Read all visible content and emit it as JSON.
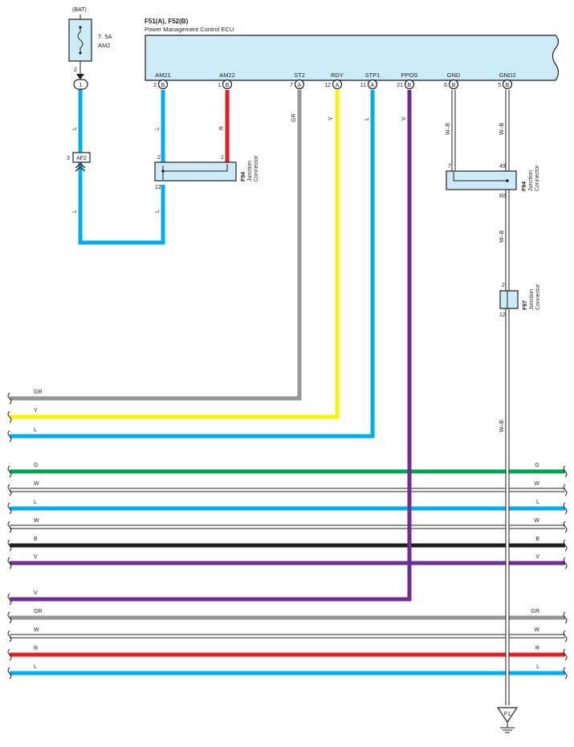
{
  "colors": {
    "L": "#00aeef",
    "R": "#ed1c24",
    "GR": "#959595",
    "Y": "#fff200",
    "V": "#6c2e91",
    "G": "#00a651",
    "B": "#231f20",
    "W": "#ffffff",
    "W-B": "#ffffff",
    "component_fill": "#cdeaf7",
    "outline": "#231f20"
  },
  "battery": {
    "label": "(BAT)"
  },
  "fuse": {
    "rating": "7. 5A",
    "name": "AM2",
    "pin": "2",
    "node_label": "1"
  },
  "inline_connector": {
    "name": "AF2",
    "pin": "3"
  },
  "ecu": {
    "code": "F51(A), F52(B)",
    "name": "Power Management Control ECU",
    "terminals": [
      {
        "id": "am21",
        "name": "AM21",
        "pin": "2",
        "conn": "B",
        "wire": "L"
      },
      {
        "id": "am22",
        "name": "AM22",
        "pin": "1",
        "conn": "B",
        "wire": "R"
      },
      {
        "id": "st2",
        "name": "ST2",
        "pin": "7",
        "conn": "A",
        "wire": "GR"
      },
      {
        "id": "rdy",
        "name": "RDY",
        "pin": "12",
        "conn": "A",
        "wire": "Y"
      },
      {
        "id": "stp1",
        "name": "STP1",
        "pin": "11",
        "conn": "A",
        "wire": "L"
      },
      {
        "id": "ppos",
        "name": "PPOS",
        "pin": "21",
        "conn": "B",
        "wire": "V"
      },
      {
        "id": "gnd",
        "name": "GND",
        "pin": "6",
        "conn": "B",
        "wire": "W-B"
      },
      {
        "id": "gnd2",
        "name": "GND2",
        "pin": "5",
        "conn": "B",
        "wire": "W-B"
      }
    ]
  },
  "junction_left": {
    "code": "F94",
    "title_line1": "Junction",
    "title_line2": "Connector",
    "pin_top_left": "2",
    "pin_top_right": "1",
    "pin_bottom": "12"
  },
  "junction_right": {
    "code": "F94",
    "title_line1": "Junction",
    "title_line2": "Connector",
    "pin_top_left": "7",
    "pin_top_right": "49",
    "pin_bottom": "60"
  },
  "junction_small": {
    "code": "F97",
    "title_line1": "Junction",
    "title_line2": "Connector",
    "pin_top": "2",
    "pin_bottom": "12"
  },
  "wire_labels": {
    "fuse_above_af2": "L",
    "fuse_below_af2": "L",
    "am21_above": "L",
    "am21_below": "L",
    "am22": "R",
    "st2": "GR",
    "rdy": "Y",
    "stp1": "L",
    "ppos": "V",
    "gnd": "W–B",
    "gnd2": "W–B",
    "gnd2_after_f94": "W–B",
    "gnd2_after_f97": "W–B"
  },
  "ground": {
    "label": "F1"
  },
  "bus_rows": [
    {
      "id": "gr-top",
      "left": "GR",
      "right": ""
    },
    {
      "id": "y-top",
      "left": "Y",
      "right": ""
    },
    {
      "id": "l-top",
      "left": "L",
      "right": ""
    },
    {
      "id": "g",
      "left": "G",
      "right": "G"
    },
    {
      "id": "w1",
      "left": "W",
      "right": "W"
    },
    {
      "id": "l",
      "left": "L",
      "right": "L"
    },
    {
      "id": "w2",
      "left": "W",
      "right": "W"
    },
    {
      "id": "b",
      "left": "B",
      "right": "B"
    },
    {
      "id": "v",
      "left": "V",
      "right": "V"
    },
    {
      "id": "v-ppos",
      "left": "V",
      "right": ""
    },
    {
      "id": "gr",
      "left": "GR",
      "right": "GR"
    },
    {
      "id": "w3",
      "left": "W",
      "right": "W"
    },
    {
      "id": "r",
      "left": "R",
      "right": "R"
    },
    {
      "id": "l2",
      "left": "L",
      "right": "L"
    }
  ]
}
